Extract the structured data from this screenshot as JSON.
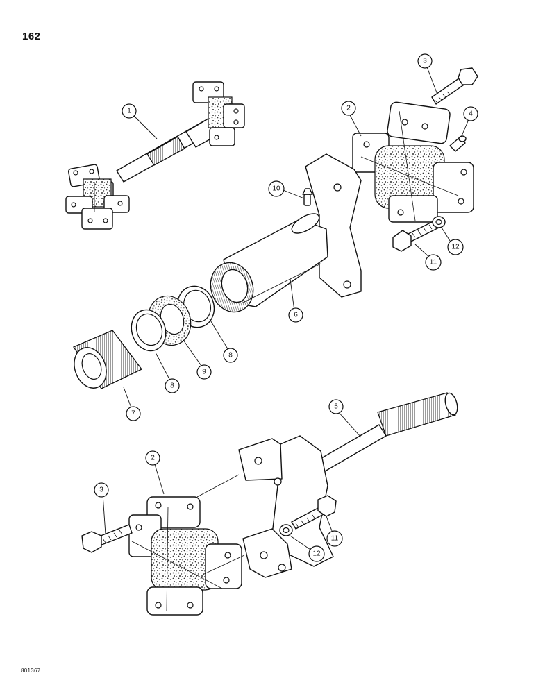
{
  "page": {
    "number": "162",
    "figure_code": "801367"
  },
  "callouts": [
    {
      "id": "c1",
      "label": "1"
    },
    {
      "id": "c2a",
      "label": "2"
    },
    {
      "id": "c3a",
      "label": "3"
    },
    {
      "id": "c4",
      "label": "4"
    },
    {
      "id": "c10",
      "label": "10"
    },
    {
      "id": "c12a",
      "label": "12"
    },
    {
      "id": "c11a",
      "label": "11"
    },
    {
      "id": "c6",
      "label": "6"
    },
    {
      "id": "c8a",
      "label": "8"
    },
    {
      "id": "c9",
      "label": "9"
    },
    {
      "id": "c8b",
      "label": "8"
    },
    {
      "id": "c7",
      "label": "7"
    },
    {
      "id": "c5",
      "label": "5"
    },
    {
      "id": "c2b",
      "label": "2"
    },
    {
      "id": "c3b",
      "label": "3"
    },
    {
      "id": "c11b",
      "label": "11"
    },
    {
      "id": "c12b",
      "label": "12"
    }
  ]
}
